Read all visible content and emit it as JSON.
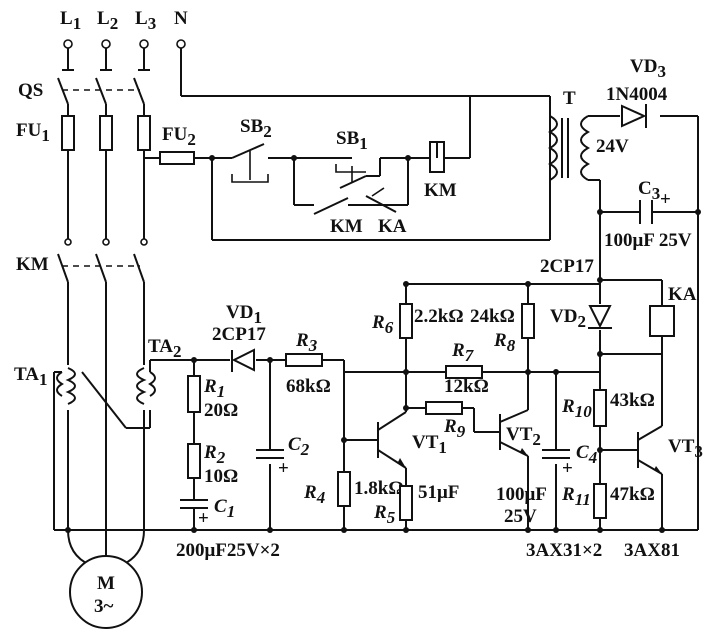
{
  "mains": {
    "l1": "L",
    "l1_sub": "1",
    "l2": "L",
    "l2_sub": "2",
    "l3": "L",
    "l3_sub": "3",
    "n": "N"
  },
  "switches": {
    "qs": "QS",
    "km_main": "KM"
  },
  "fuses": {
    "fu1": "FU",
    "fu1_sub": "1",
    "fu2": "FU",
    "fu2_sub": "2"
  },
  "buttons": {
    "sb2": "SB",
    "sb2_sub": "2",
    "sb1": "SB",
    "sb1_sub": "1"
  },
  "contacts": {
    "km_hold": "KM",
    "ka_contact": "KA"
  },
  "coils": {
    "km_coil": "KM",
    "ka_relay": "KA"
  },
  "transformer": {
    "t": "T",
    "secondary": "24V"
  },
  "vd3": {
    "name": "VD",
    "sub": "3",
    "part": "1N4004"
  },
  "c3": {
    "name": "C",
    "sub": "3",
    "plus": "+",
    "value": "100μF 25V"
  },
  "vd2": {
    "part": "2CP17",
    "name": "VD",
    "sub": "2"
  },
  "current_transformers": {
    "ta1": "TA",
    "ta1_sub": "1",
    "ta2": "TA",
    "ta2_sub": "2"
  },
  "vd1": {
    "name": "VD",
    "sub": "1",
    "part": "2CP17"
  },
  "r1": {
    "name": "R",
    "sub": "1",
    "value": "20Ω"
  },
  "r2": {
    "name": "R",
    "sub": "2",
    "value": "10Ω"
  },
  "c1": {
    "name": "C",
    "sub": "1",
    "plus": "+"
  },
  "r3": {
    "name": "R",
    "sub": "3",
    "value": "68kΩ"
  },
  "c2": {
    "name": "C",
    "sub": "2",
    "plus": "+"
  },
  "bottom_cap_note": "200μF25V×2",
  "r4": {
    "name": "R",
    "sub": "4",
    "value": "1.8kΩ"
  },
  "r5": {
    "name": "R",
    "sub": "5",
    "value": "51μF"
  },
  "r6": {
    "name": "R",
    "sub": "6",
    "value": "2.2kΩ"
  },
  "r8": {
    "name": "R",
    "sub": "8",
    "value": "24kΩ"
  },
  "r7": {
    "name": "R",
    "sub": "7",
    "value": "12kΩ"
  },
  "r9": {
    "name": "R",
    "sub": "9"
  },
  "vt1": {
    "name": "VT",
    "sub": "1"
  },
  "vt2": {
    "name": "VT",
    "sub": "2"
  },
  "c4": {
    "name": "C",
    "sub": "4",
    "plus": "+",
    "value": "100μF",
    "voltage": "25V"
  },
  "r10": {
    "name": "R",
    "sub": "10",
    "value": "43kΩ"
  },
  "r11": {
    "name": "R",
    "sub": "11",
    "value": "47kΩ"
  },
  "vt3": {
    "name": "VT",
    "sub": "3"
  },
  "transistor_note": "3AX31×2",
  "vt3_note": "3AX81",
  "motor": {
    "name": "M",
    "phase": "3~"
  }
}
